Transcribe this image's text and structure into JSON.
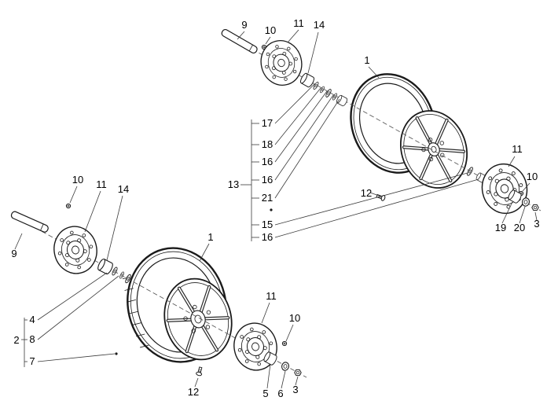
{
  "page": {
    "background": "#ffffff"
  },
  "diagram": {
    "type": "exploded-parts-diagram",
    "subject": "front-and-rear-wheel-assemblies",
    "ink_color": "#1a1a1a",
    "leader_color": "#3a3a3a",
    "axis_style": "dashed-centerline"
  },
  "callouts": {
    "top": {
      "n9": "9",
      "n10_axle": "10",
      "n11_disc": "11",
      "n14": "14",
      "n1": "1",
      "n17": "17",
      "n18": "18",
      "n16_a": "16",
      "n16_b": "16",
      "n21": "21",
      "n13": "13",
      "n15": "15",
      "n16_c": "16",
      "n12": "12",
      "n11_disc_right": "11",
      "n10_right": "10",
      "n19": "19",
      "n20": "20",
      "n3": "3"
    },
    "bottom": {
      "n10_axle": "10",
      "n11_disc": "11",
      "n14": "14",
      "n9": "9",
      "n1": "1",
      "n4": "4",
      "n2": "2",
      "n8": "8",
      "n7": "7",
      "n12": "12",
      "n11_disc_right": "11",
      "n10_right": "10",
      "n5": "5",
      "n6": "6",
      "n3": "3"
    }
  }
}
